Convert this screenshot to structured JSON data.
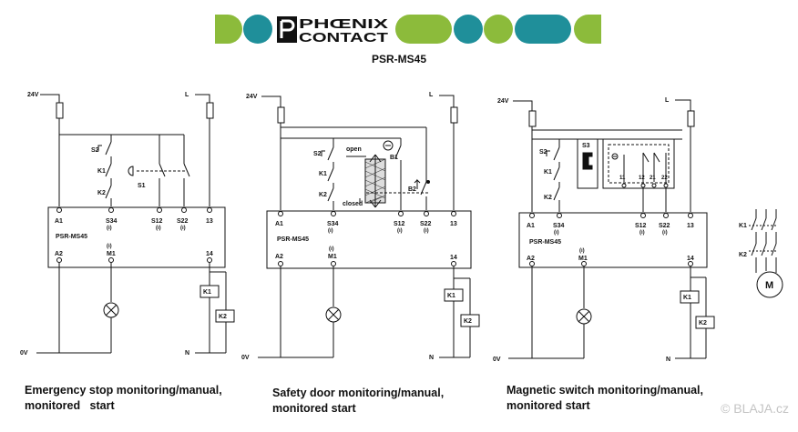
{
  "header": {
    "logo_line1": "PHŒNIX",
    "logo_line2": "CONTACT",
    "model": "PSR-MS45",
    "colors": {
      "green": "#8cbb3b",
      "teal": "#1f8f9a"
    }
  },
  "common": {
    "v24": "24V",
    "l": "L",
    "v0": "0V",
    "n": "N",
    "device": "PSR-MS45",
    "a1": "A1",
    "a2": "A2",
    "s34": "S34",
    "m1": "M1",
    "s12": "S12",
    "s22": "S22",
    "t13": "13",
    "t14": "14",
    "k1": "K1",
    "k2": "K2",
    "s2": "S2",
    "circ": "(ı)"
  },
  "diagram1": {
    "s1": "S1",
    "caption_line1": "Emergency stop monitoring/manual,",
    "caption_line2": "monitored   start"
  },
  "diagram2": {
    "open": "open",
    "closed": "closed",
    "b1": "B1",
    "b2": "B2",
    "caption_line1": "Safety door monitoring/manual,",
    "caption_line2": "monitored start"
  },
  "diagram3": {
    "s3": "S3",
    "t11": "11",
    "t12": "12",
    "t21": "21",
    "t22": "22",
    "motor": "M",
    "caption_line1": "Magnetic switch monitoring/manual,",
    "caption_line2": "monitored start"
  },
  "watermark": "© BLAJA.cz"
}
